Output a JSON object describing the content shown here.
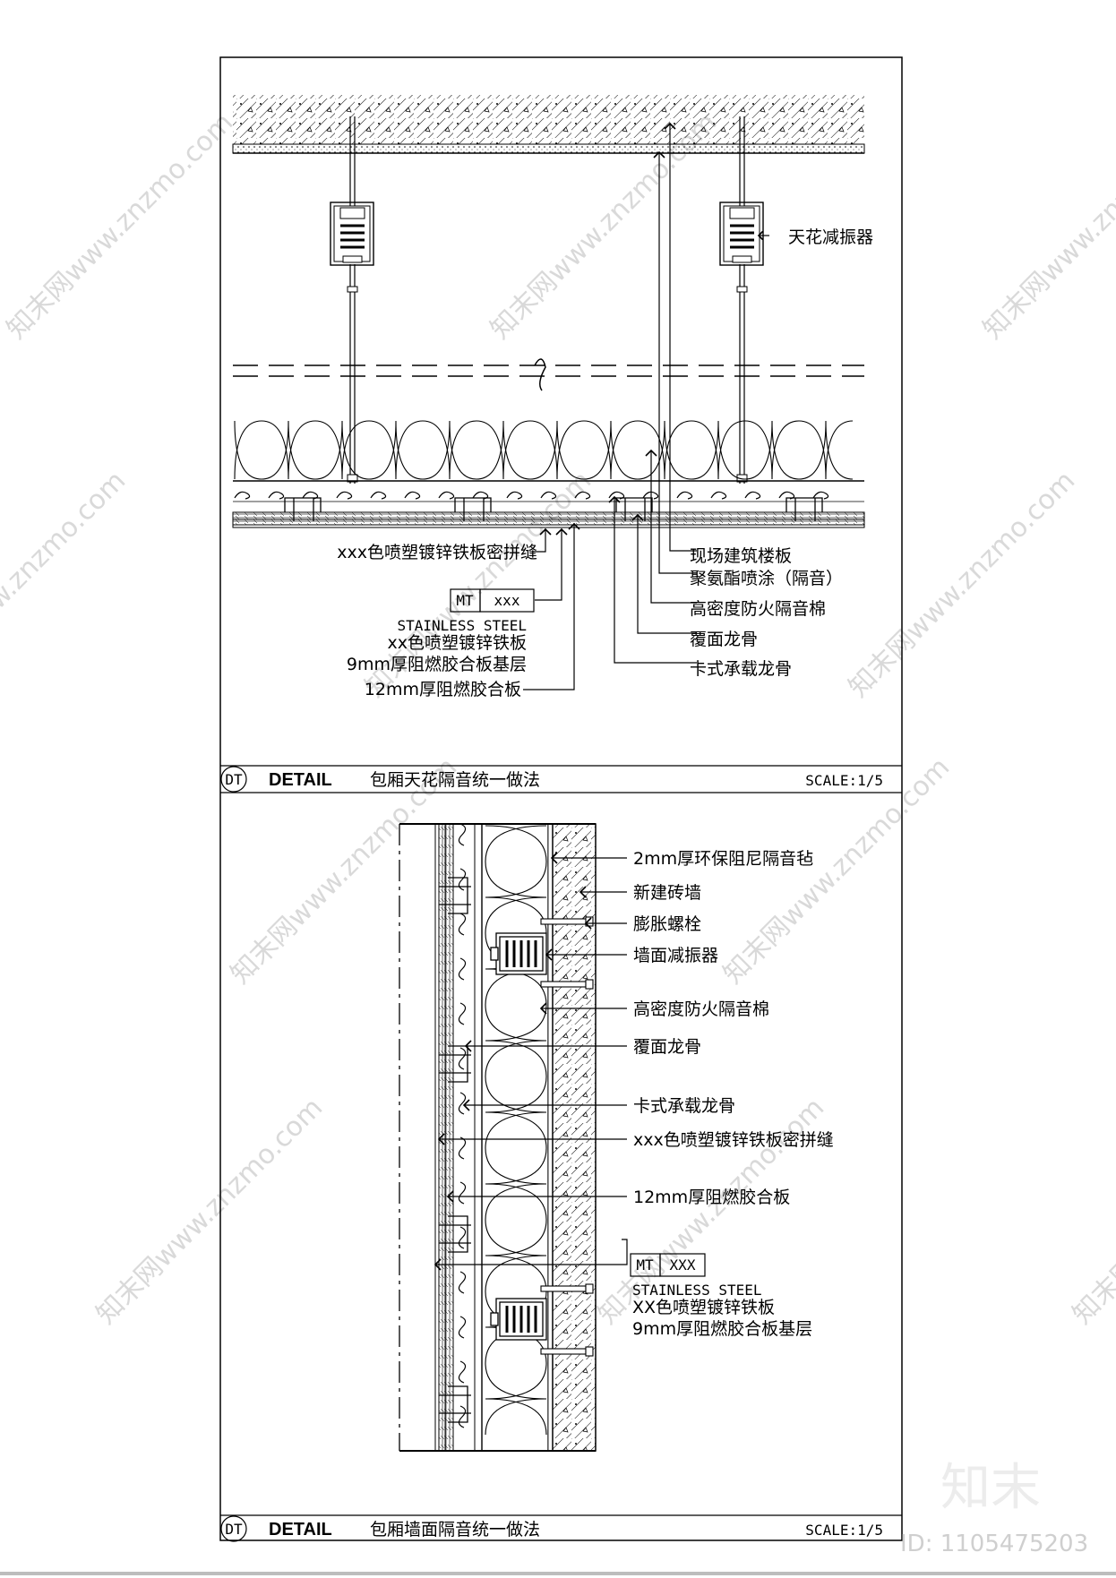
{
  "panels": [
    {
      "badge": "DT",
      "detail": "DETAIL",
      "title": "包厢天花隔音统一做法",
      "scale": "SCALE:1/5",
      "labels": {
        "damper": "天花减振器",
        "seam": "xxx色喷塑镀锌铁板密拼缝",
        "floor_slab": "现场建筑楼板",
        "pu_spray": "聚氨酯喷涂（隔音）",
        "insulation": "高密度防火隔音棉",
        "cover_keel": "覆面龙骨",
        "clip_keel": "卡式承载龙骨",
        "mt_tag": "MT",
        "mt_code": "xxx",
        "mt_line1": "STAINLESS STEEL",
        "mt_line2": "xx色喷塑镀锌铁板",
        "mt_line3": "9mm厚阻燃胶合板基层",
        "plywood": "12mm厚阻燃胶合板"
      }
    },
    {
      "badge": "DT",
      "detail": "DETAIL",
      "title": "包厢墙面隔音统一做法",
      "scale": "SCALE:1/5",
      "labels": {
        "felt": "2mm厚环保阻尼隔音毡",
        "brick": "新建砖墙",
        "bolt": "膨胀螺栓",
        "damper": "墙面减振器",
        "insulation": "高密度防火隔音棉",
        "cover_keel": "覆面龙骨",
        "clip_keel": "卡式承载龙骨",
        "seam": "xxx色喷塑镀锌铁板密拼缝",
        "plywood": "12mm厚阻燃胶合板",
        "mt_tag": "MT",
        "mt_code": "XXX",
        "mt_line1": "STAINLESS STEEL",
        "mt_line2": "XX色喷塑镀锌铁板",
        "mt_line3": "9mm厚阻燃胶合板基层"
      }
    }
  ],
  "watermark": {
    "text": "知末网www.znzmo.com",
    "brand": "知末",
    "id": "ID: 1105475203"
  }
}
